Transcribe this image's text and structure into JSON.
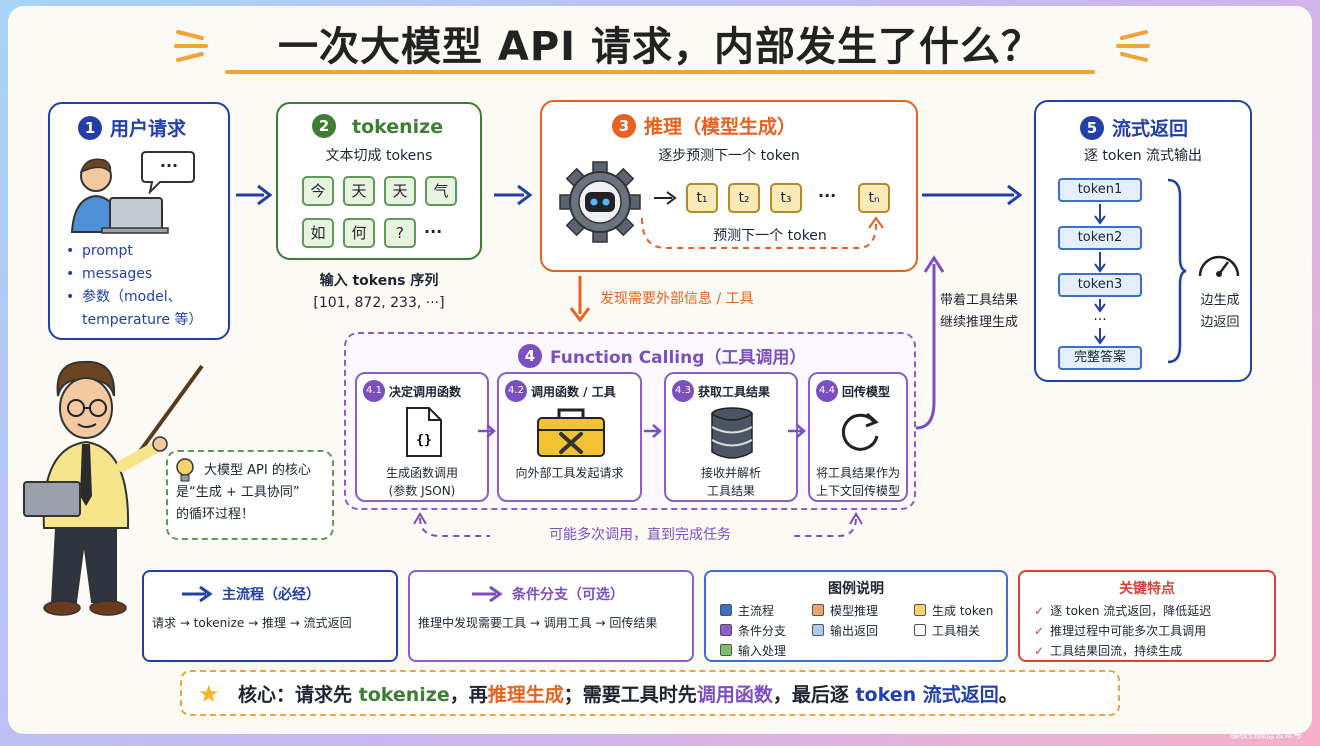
{
  "title": "一次大模型 API 请求，内部发生了什么？",
  "colors": {
    "blue": "#2340a8",
    "green": "#3e7d34",
    "orange": "#e8611f",
    "purple": "#7c4fc0",
    "gold": "#b38a2e",
    "red": "#d5433a"
  },
  "step1": {
    "num": "1",
    "title": "用户请求",
    "bubble": "···",
    "bullets": [
      "prompt",
      "messages",
      "参数（model、",
      "temperature 等）"
    ]
  },
  "step2": {
    "num": "2",
    "title": "tokenize",
    "subtitle": "文本切成 tokens",
    "tiles": [
      "今",
      "天",
      "天",
      "气",
      "如",
      "何",
      "?",
      "···"
    ],
    "input_label": "输入 tokens 序列",
    "input_seq": "[101, 872, 233, ···]"
  },
  "step3": {
    "num": "3",
    "title": "推理（模型生成）",
    "subtitle": "逐步预测下一个 token",
    "tokens": [
      "t₁",
      "t₂",
      "t₃",
      "···",
      "tₙ"
    ],
    "predict_label": "预测下一个 token",
    "discover_label": "发现需要外部信息 / 工具"
  },
  "step4": {
    "num": "4",
    "title": "Function Calling（工具调用）",
    "subs": [
      {
        "badge": "4.1",
        "label": "决定调用函数",
        "desc1": "生成函数调用",
        "desc2": "(参数 JSON)",
        "icon": "document-json-icon"
      },
      {
        "badge": "4.2",
        "label": "调用函数 / 工具",
        "desc1": "向外部工具发起请求",
        "desc2": "",
        "icon": "toolbox-icon"
      },
      {
        "badge": "4.3",
        "label": "获取工具结果",
        "desc1": "接收并解析",
        "desc2": "工具结果",
        "icon": "database-icon"
      },
      {
        "badge": "4.4",
        "label": "回传模型",
        "desc1": "将工具结果作为",
        "desc2": "上下文回传模型",
        "icon": "refresh-icon"
      }
    ],
    "loop_label": "可能多次调用，直到完成任务",
    "return_label1": "带着工具结果",
    "return_label2": "继续推理生成"
  },
  "step5": {
    "num": "5",
    "title": "流式返回",
    "subtitle": "逐 token 流式输出",
    "tokens": [
      "token1",
      "token2",
      "token3",
      "···",
      "完整答案"
    ],
    "side1": "边生成",
    "side2": "边返回"
  },
  "tip": {
    "line1": "大模型 API 的核心",
    "line2": "是“生成 + 工具协同”",
    "line3": "的循环过程！"
  },
  "panels": {
    "main": {
      "title": "主流程（必经）",
      "text": "请求 → tokenize → 推理 → 流式返回"
    },
    "branch": {
      "title": "条件分支（可选）",
      "text": "推理中发现需要工具 → 调用工具 → 回传结果"
    },
    "legend": {
      "title": "图例说明",
      "items": [
        {
          "label": "主流程",
          "color": "#3d6fc6"
        },
        {
          "label": "模型推理",
          "color": "#f2a46b"
        },
        {
          "label": "生成 token",
          "color": "#f5d36a"
        },
        {
          "label": "条件分支",
          "color": "#8c5fc8"
        },
        {
          "label": "输出返回",
          "color": "#a9cbf2"
        },
        {
          "label": "工具相关",
          "color": "#ffffff"
        },
        {
          "label": "输入处理",
          "color": "#7cbf6a"
        }
      ]
    },
    "features": {
      "title": "关键特点",
      "items": [
        "逐 token 流式返回，降低延迟",
        "推理过程中可能多次工具调用",
        "工具结果回流，持续生成"
      ]
    }
  },
  "core": {
    "prefix": "核心：请求先 ",
    "k1": "tokenize",
    "mid1": "，再",
    "k2": "推理生成",
    "mid2": "；需要工具时先",
    "k3": "调用函数",
    "mid3": "，最后逐 ",
    "k4": "token 流式返回",
    "suffix": "。"
  },
  "watermark": "版权归微信公众号"
}
